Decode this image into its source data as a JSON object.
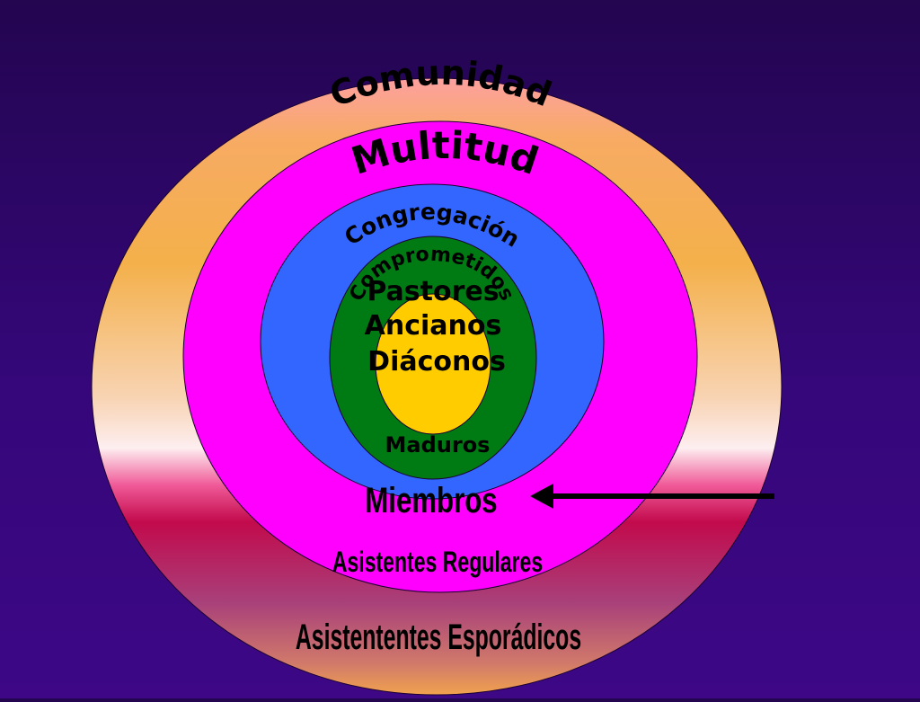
{
  "diagram": {
    "rings": {
      "comunidad": "Comunidad",
      "multitud": "Multitud",
      "congregacion": "Congregación",
      "comprometidos": "Comprometidos"
    },
    "core": {
      "pastores": "Pastores",
      "ancianos": "Ancianos",
      "diaconos": "Diáconos"
    },
    "labels": {
      "maduros": "Maduros",
      "miembros": "Miembros",
      "asistentes_regulares": "Asistentes Regulares",
      "asistentes_esporadicos": "Asistententes Esporádicos"
    },
    "colors": {
      "comunidad": "#f5b04c",
      "multitud": "#ff00ff",
      "congregacion": "#3366ff",
      "comprometidos": "#007a12",
      "nucleo": "#ffcc00",
      "arrow": "#000000",
      "background": "#2d0668"
    }
  }
}
